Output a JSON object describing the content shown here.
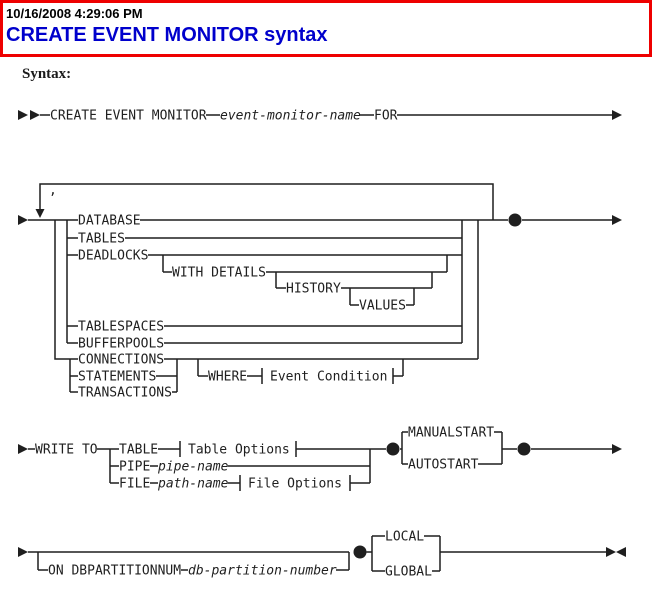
{
  "header": {
    "timestamp": "10/16/2008 4:29:06 PM",
    "title": "CREATE EVENT MONITOR syntax"
  },
  "syntax_label": "Syntax:",
  "diagram": {
    "main": {
      "create_event_monitor": "CREATE EVENT MONITOR",
      "event_monitor_name": "event-monitor-name",
      "for_kw": "FOR"
    },
    "loop_separator": ",",
    "event_types": {
      "database": "DATABASE",
      "tables": "TABLES",
      "deadlocks": "DEADLOCKS",
      "with_details": "WITH DETAILS",
      "history": "HISTORY",
      "values": "VALUES",
      "tablespaces": "TABLESPACES",
      "bufferpools": "BUFFERPOOLS",
      "connections": "CONNECTIONS",
      "statements": "STATEMENTS",
      "transactions": "TRANSACTIONS",
      "where": "WHERE",
      "event_condition": "Event Condition"
    },
    "write_to": {
      "write_to": "WRITE TO",
      "table": "TABLE",
      "table_options": "Table Options",
      "pipe": "PIPE",
      "pipe_name": "pipe-name",
      "file": "FILE",
      "path_name": "path-name",
      "file_options": "File Options",
      "manualstart": "MANUALSTART",
      "autostart": "AUTOSTART"
    },
    "partition": {
      "on_dbpartitionnum": "ON DBPARTITIONNUM",
      "db_partition_number": "db-partition-number",
      "local": "LOCAL",
      "global": "GLOBAL"
    }
  },
  "colors": {
    "title_blue": "#0000cc",
    "border_red": "#ee0000",
    "line_black": "#1f1f1f"
  }
}
